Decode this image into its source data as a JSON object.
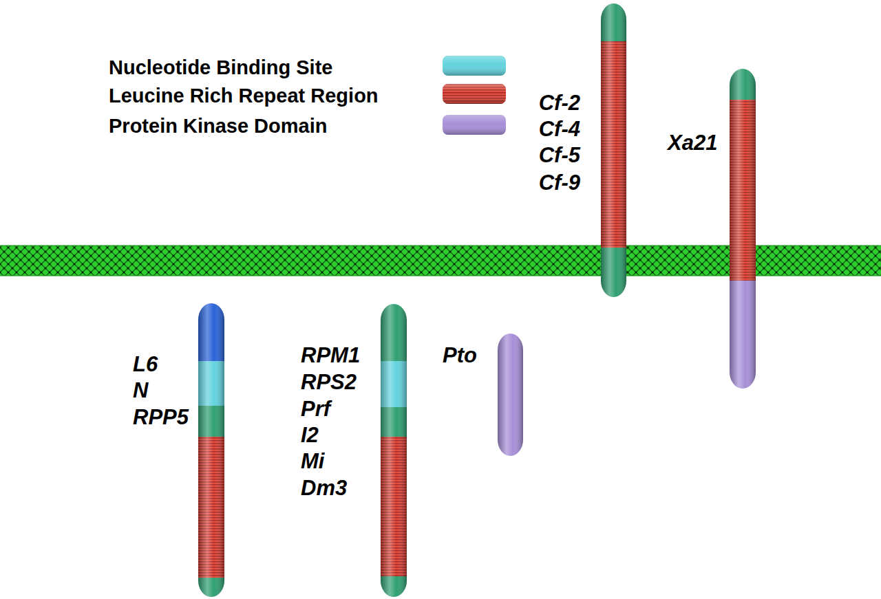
{
  "diagram": {
    "nodes": [
      {
        "text": [
          "Cf-2",
          "Cf-4",
          "Cf-5",
          "Cf-9"
        ]
      },
      {
        "text": [
          "Xa21"
        ]
      },
      {
        "text": [
          "L6",
          "N",
          "RPP5"
        ]
      },
      {
        "text": [
          "RPM1",
          "RPS2",
          "Prf",
          "I2",
          "Mi",
          "Dm3"
        ]
      },
      {
        "text": [
          "Pto"
        ]
      }
    ],
    "legend": [
      {
        "text": "Nucleotide Binding Site",
        "color": "#63d3de"
      },
      {
        "text": "Leucine Rich Repeat Region",
        "color": "#e4493b"
      },
      {
        "text": "Protein Kinase Domain",
        "color": "#a78fd8"
      }
    ]
  }
}
